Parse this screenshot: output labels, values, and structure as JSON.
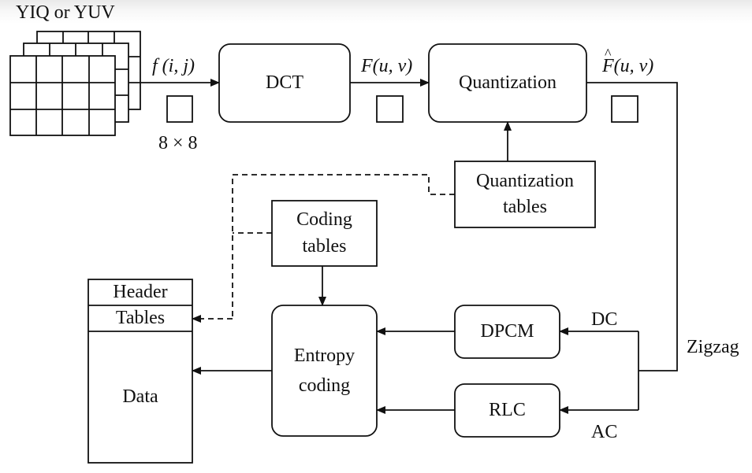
{
  "input": {
    "title": "YIQ or YUV",
    "block_size": "8 × 8"
  },
  "signals": {
    "spatial": "f (i, j)",
    "dct_output": "F(u, v)",
    "quantized": "F(u, v)",
    "zigzag": "Zigzag",
    "dc": "DC",
    "ac": "AC"
  },
  "blocks": {
    "dct": "DCT",
    "quantization": "Quantization",
    "quant_tables_line1": "Quantization",
    "quant_tables_line2": "tables",
    "coding_tables_line1": "Coding",
    "coding_tables_line2": "tables",
    "entropy_line1": "Entropy",
    "entropy_line2": "coding",
    "dpcm": "DPCM",
    "rlc": "RLC"
  },
  "output": {
    "header": "Header",
    "tables": "Tables",
    "data": "Data"
  }
}
